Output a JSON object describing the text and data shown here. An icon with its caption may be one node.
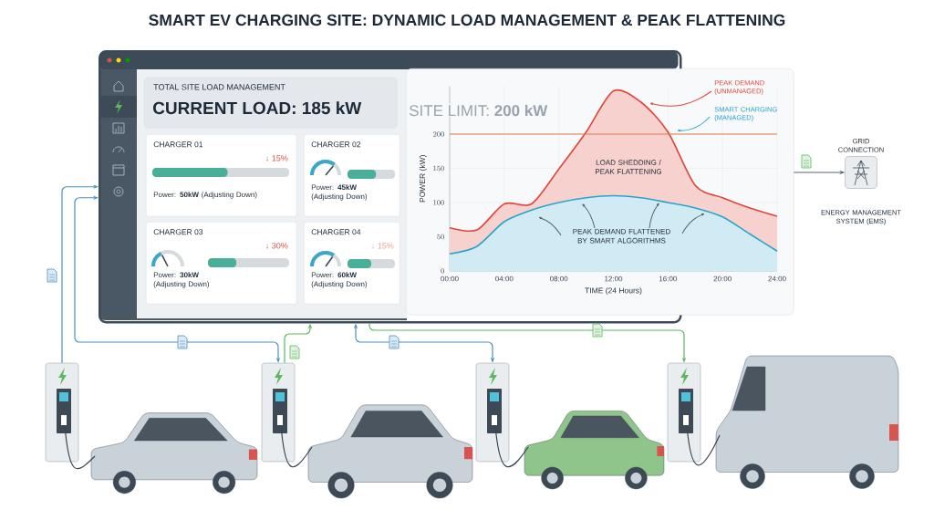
{
  "diagram": {
    "title": "SMART EV CHARGING SITE: DYNAMIC LOAD MANAGEMENT & PEAK FLATTENING",
    "nodes": [
      {
        "text": [],
        "shape": "box"
      },
      {
        "text": [
          "TOTAL SITE LOAD MANAGEMENT",
          "CURRENT LOAD: 185 kW"
        ],
        "in": 0
      },
      {
        "text": [
          "CHARGER 01",
          "↓ 15%",
          "Power: **50kW** (Adjusting Down)"
        ],
        "in": 0
      },
      {
        "text": [
          "CHARGER 02",
          "Power: **45kW** (Adjusting Down)"
        ],
        "in": 0
      },
      {
        "text": [
          "CHARGER 03",
          "↓ 30%",
          "Power: **30kW** (Adjusting Down)"
        ],
        "in": 0
      },
      {
        "text": [
          "CHARGER 04",
          "↓ 15%",
          "Power: **60kW** (Adjusting Down)"
        ],
        "in": 0
      },
      {
        "text": [
          "SITE LIMIT: **200 kW**"
        ]
      },
      {
        "text": [
          "GRID CONNECTION",
          "ENERGY MANAGEMENT SYSTEM (EMS)"
        ]
      },
      {
        "text": [],
        "shape": "picture"
      },
      {
        "text": [],
        "shape": "picture"
      },
      {
        "text": [],
        "shape": "picture"
      },
      {
        "text": [],
        "shape": "picture"
      }
    ],
    "edges": [
      {
        "from": 8,
        "to": 0,
        "arrow": "to"
      },
      {
        "from": 0,
        "to": 9,
        "arrow": "both"
      },
      {
        "from": 9,
        "to": 0,
        "arrow": "to",
        "color": "#5cb85c"
      },
      {
        "from": 0,
        "to": 10,
        "arrow": "both"
      },
      {
        "from": 0,
        "to": 11,
        "arrow": "to",
        "color": "#5cb85c"
      },
      {
        "from": 6,
        "to": 7,
        "arrow": "to",
        "color": "#5a6570"
      }
    ],
    "chart_data": {
      "type": "area",
      "grid": true,
      "xlabel": "TIME (24 Hours)",
      "ylabel": "POWER (kW)",
      "x": [
        0,
        2,
        4,
        6,
        8,
        10,
        12,
        14,
        16,
        18,
        20,
        22,
        24
      ],
      "series": [
        {
          "name": "PEAK DEMAND (UNMANAGED)",
          "color": "#e0453a",
          "values": [
            63,
            60,
            98,
            98,
            149,
            203,
            263,
            247,
            203,
            125,
            107,
            92,
            80
          ]
        },
        {
          "name": "SMART CHARGING (MANAGED)",
          "color": "#2aa3cc",
          "values": [
            25,
            36,
            72,
            89,
            100,
            107,
            110,
            107,
            100,
            92,
            79,
            54,
            29
          ]
        }
      ],
      "xlim": [
        0,
        24
      ],
      "ylim": [
        0,
        270
      ],
      "xticks": [
        {
          "value": 0,
          "label": "00:00"
        },
        {
          "value": 4,
          "label": "04:00"
        },
        {
          "value": 8,
          "label": "08:00"
        },
        {
          "value": 12,
          "label": "12:00"
        },
        {
          "value": 16,
          "label": "16:00"
        },
        {
          "value": 20,
          "label": "20:00"
        },
        {
          "value": 24,
          "label": "24:00"
        }
      ],
      "yticks": [
        0,
        50,
        100,
        150,
        200
      ],
      "ref_lines": [
        {
          "axis": "y",
          "value": 200
        }
      ],
      "annotations": [
        "LOAD SHEDDING / PEAK FLATTENING",
        "PEAK DEMAND FLATTENED BY SMART ALGORITHMS"
      ]
    }
  }
}
